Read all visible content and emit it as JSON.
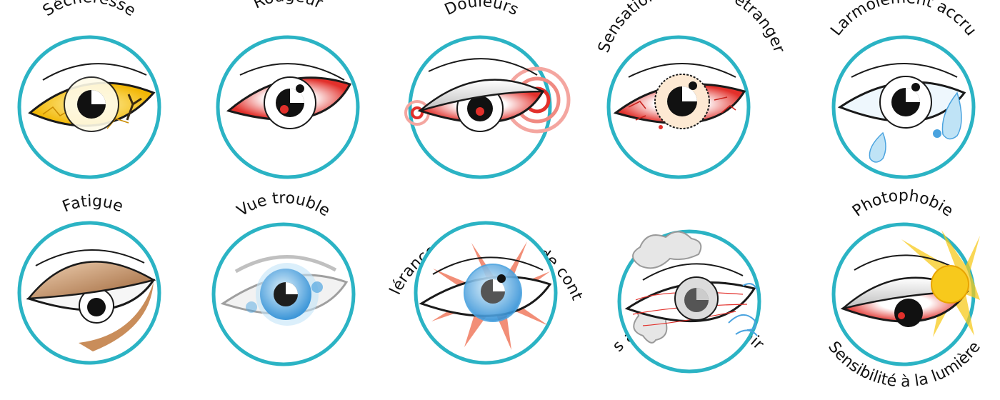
{
  "colors": {
    "ring": "#2bb3c4",
    "outline": "#1a1a1a",
    "red": "#e2302b",
    "pink": "#f4a6a0",
    "yellow": "#f7c91c",
    "blue": "#4aa3df",
    "lightblue": "#bfe3f6",
    "tan": "#c98d5a",
    "grey": "#9a9a9a",
    "white": "#ffffff"
  },
  "symptoms": [
    {
      "id": "secheresse",
      "label": "Sécheresse",
      "icon": "dry-eye-icon"
    },
    {
      "id": "rougeur",
      "label": "Rougeur",
      "icon": "red-eye-icon"
    },
    {
      "id": "douleurs",
      "label": "Douleurs",
      "icon": "painful-eye-icon"
    },
    {
      "id": "corps-etranger",
      "label": "Sensation de corps étranger",
      "icon": "foreign-body-eye-icon"
    },
    {
      "id": "larmoiement",
      "label": "Larmoiement accru",
      "icon": "tearing-eye-icon"
    },
    {
      "id": "fatigue",
      "label": "Fatigue",
      "icon": "tired-eye-icon"
    },
    {
      "id": "vue-trouble",
      "label": "Vue trouble",
      "icon": "blurred-eye-icon"
    },
    {
      "id": "lentilles",
      "label": "Intolérance aux lentilles de contact",
      "icon": "contact-lens-eye-icon"
    },
    {
      "id": "courants-air",
      "label": "Irritations dues aux courants d'air ou à la fumée",
      "icon": "smoke-wind-eye-icon"
    },
    {
      "id": "photophobie",
      "label": "Photophobie",
      "sublabel": "Sensibilité à la lumière",
      "icon": "sun-eye-icon"
    }
  ]
}
